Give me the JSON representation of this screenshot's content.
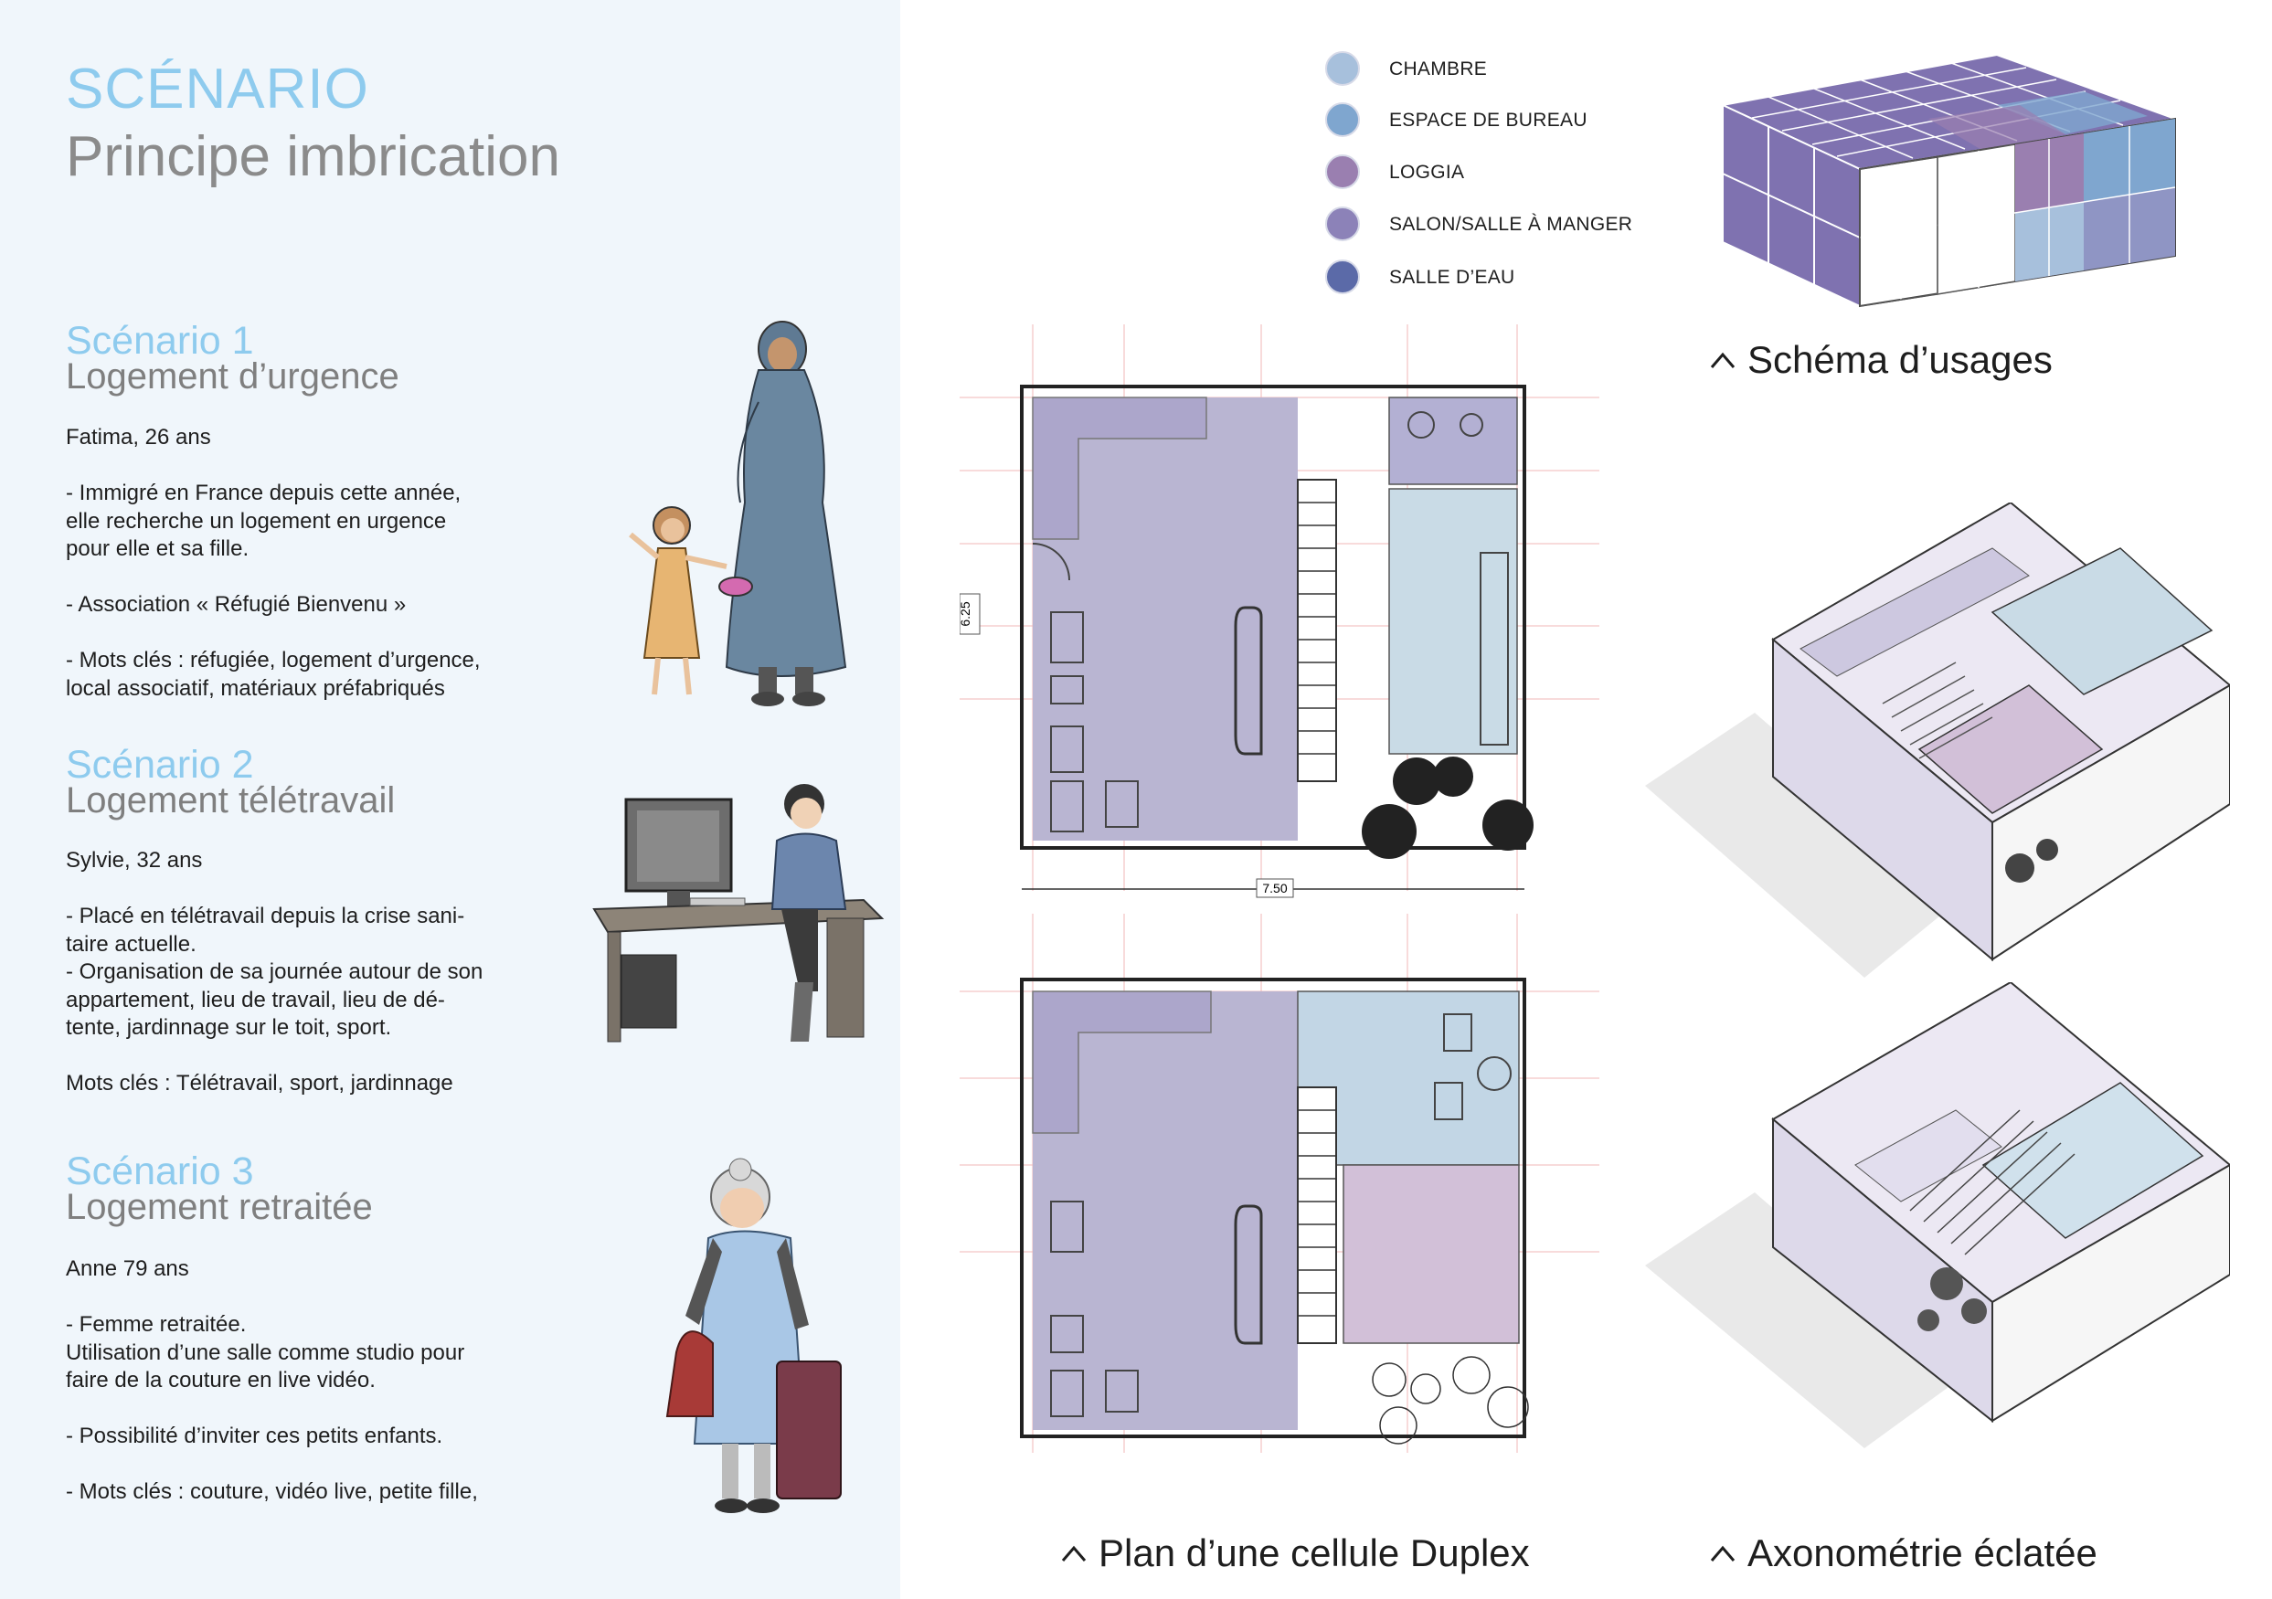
{
  "header": {
    "title": "SCÉNARIO",
    "subtitle": "Principe imbrication"
  },
  "scenarios": [
    {
      "heading": "Scénario 1",
      "subheading": "Logement d’urgence",
      "body": "Fatima, 26 ans\n\n- Immigré en France depuis cette année,\nelle recherche un logement en urgence\npour elle et sa fille.\n\n- Association « Réfugié Bienvenu »\n\n- Mots clés : réfugiée, logement d’urgence,\nlocal associatif, matériaux préfabriqués"
    },
    {
      "heading": "Scénario 2",
      "subheading": "Logement télétravail",
      "body": "Sylvie, 32 ans\n\n- Placé en télétravail depuis la crise sani-\ntaire actuelle.\n- Organisation de sa journée autour de son\nappartement, lieu de travail, lieu de dé-\ntente, jardinnage sur le toit, sport.\n\nMots clés : Télétravail, sport, jardinnage"
    },
    {
      "heading": "Scénario 3",
      "subheading": "Logement retraitée",
      "body": "Anne 79 ans\n\n- Femme retraitée.\nUtilisation d’une salle comme studio pour\nfaire de la couture en live vidéo.\n\n- Possibilité d’inviter ces petits enfants.\n\n- Mots clés : couture, vidéo live, petite fille,"
    }
  ],
  "legend": [
    {
      "label": "CHAMBRE",
      "color": "#a7c0dc"
    },
    {
      "label": "ESPACE DE BUREAU",
      "color": "#7fa6cf"
    },
    {
      "label": "LOGGIA",
      "color": "#9a7fb0"
    },
    {
      "label": "SALON/SALLE À MANGER",
      "color": "#8c82b8"
    },
    {
      "label": "SALLE D’EAU",
      "color": "#5b6aa8"
    }
  ],
  "captions": {
    "schema": "Schéma d’usages",
    "plan": "Plan d’une cellule Duplex",
    "axo": "Axonométrie éclatée"
  },
  "plan_dimensions": {
    "width": "7.50",
    "height": "6.25"
  },
  "colors": {
    "accent": "#8ecbee",
    "salon": "#b9b5d2",
    "chambre": "#c9dbe6",
    "loggia": "#d2c0d8",
    "panel_bg": "#f0f6fb"
  }
}
